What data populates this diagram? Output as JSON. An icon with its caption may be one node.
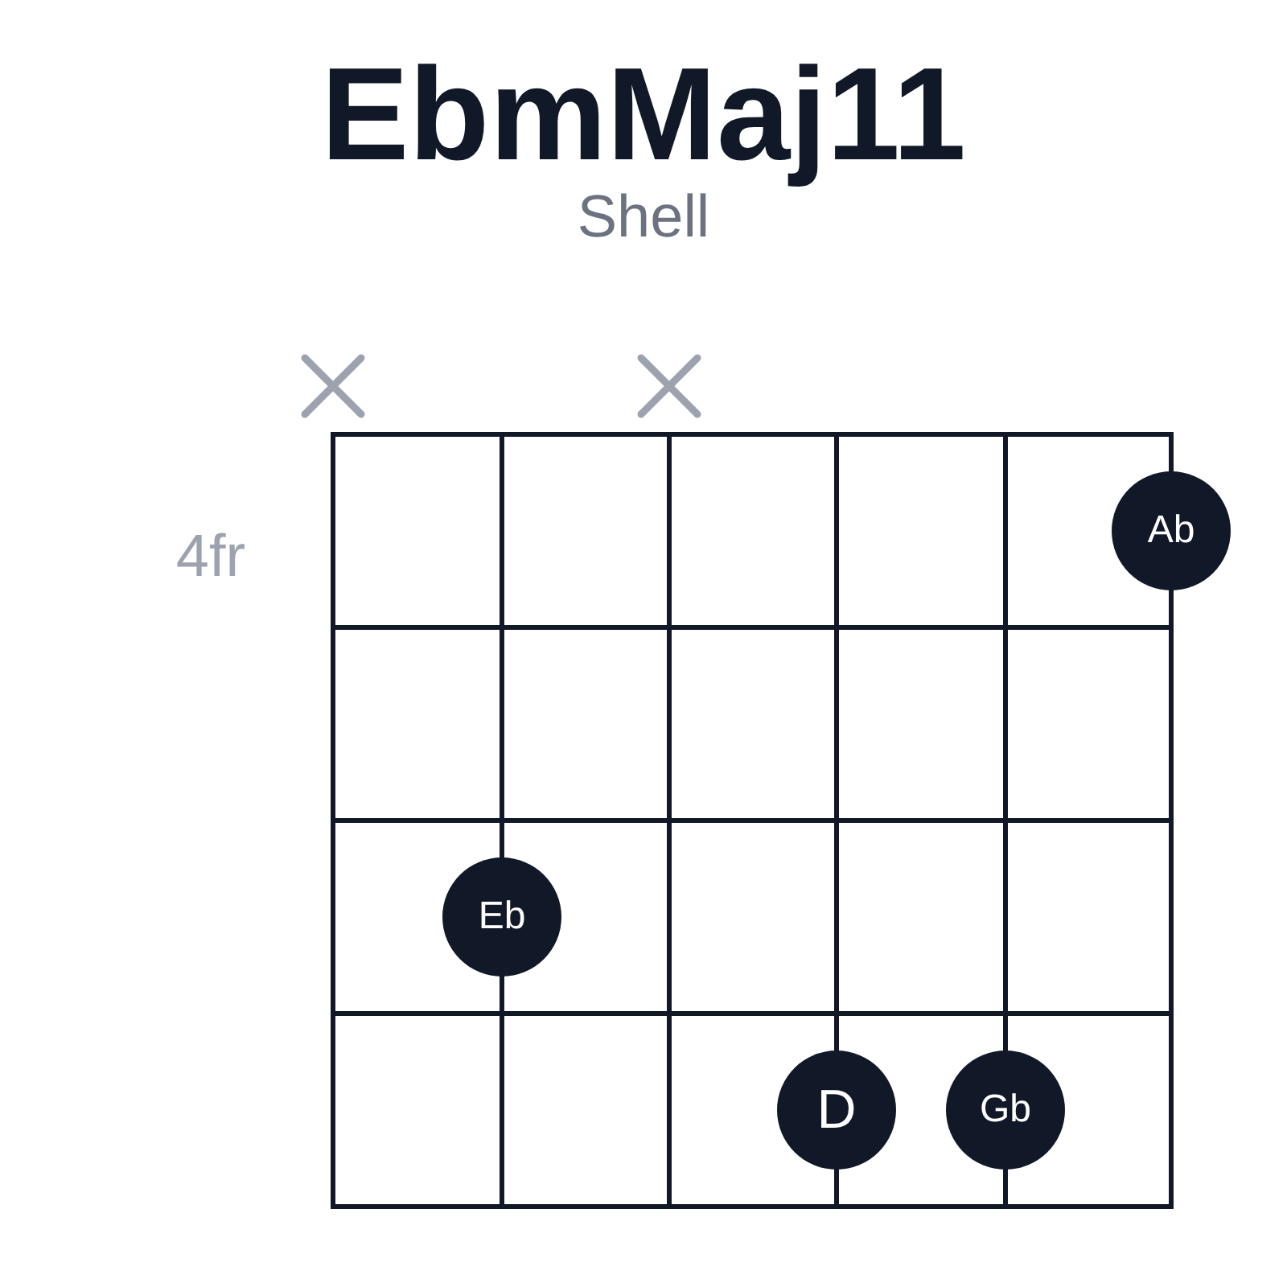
{
  "diagram": {
    "title": "EbmMaj11",
    "nodes": [
      {
        "text": [
          "Ab"
        ]
      },
      {
        "text": [
          "Eb"
        ]
      },
      {
        "text": [
          "D"
        ]
      },
      {
        "text": [
          "Gb"
        ]
      }
    ],
    "labels": [
      "Shell",
      "4fr"
    ]
  }
}
